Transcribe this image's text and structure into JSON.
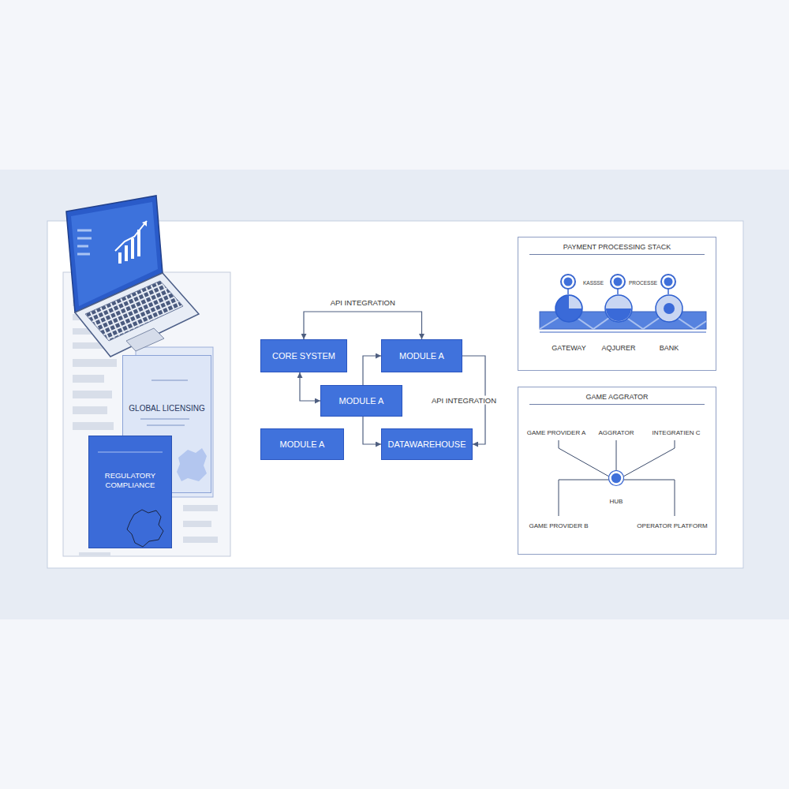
{
  "diagram": {
    "nodes": [
      {
        "text": [
          "GLOBAL LICENSING"
        ]
      },
      {
        "text": [
          "REGULATORY COMPLIANCE"
        ]
      },
      {
        "text": [
          "CORE SYSTEM"
        ]
      },
      {
        "text": [
          "MODULE A"
        ]
      },
      {
        "text": [
          "MODULE A"
        ]
      },
      {
        "text": [
          "MODULE A"
        ]
      },
      {
        "text": [
          "DATAWAREHOUSE"
        ]
      },
      {
        "text": [
          "PAYMENT PROCESSING STACK"
        ]
      },
      {
        "text": [
          "GATEWAY"
        ],
        "in": 7
      },
      {
        "text": [
          "AQJURER"
        ],
        "in": 7
      },
      {
        "text": [
          "BANK"
        ],
        "in": 7
      },
      {
        "text": [
          "GAME AGGRATOR"
        ]
      },
      {
        "text": [
          "HUB"
        ],
        "in": 11
      }
    ],
    "edges": [
      {
        "from": 2,
        "to": 3,
        "arrow": "both",
        "label": "API INTEGRATION"
      },
      {
        "from": 2,
        "to": 4,
        "arrow": "both"
      },
      {
        "from": 4,
        "to": 3,
        "arrow": "to"
      },
      {
        "from": 4,
        "to": 6,
        "arrow": "to"
      },
      {
        "from": 3,
        "to": 6,
        "arrow": "to",
        "label": "API INTEGRATION"
      }
    ],
    "labels": [
      "KASSSE",
      "PROCESSE",
      "GAME PROVIDER A",
      "AGGRATOR",
      "INTEGRATIEN C",
      "GAME PROVIDER B",
      "OPERATOR PLATFORM"
    ]
  }
}
